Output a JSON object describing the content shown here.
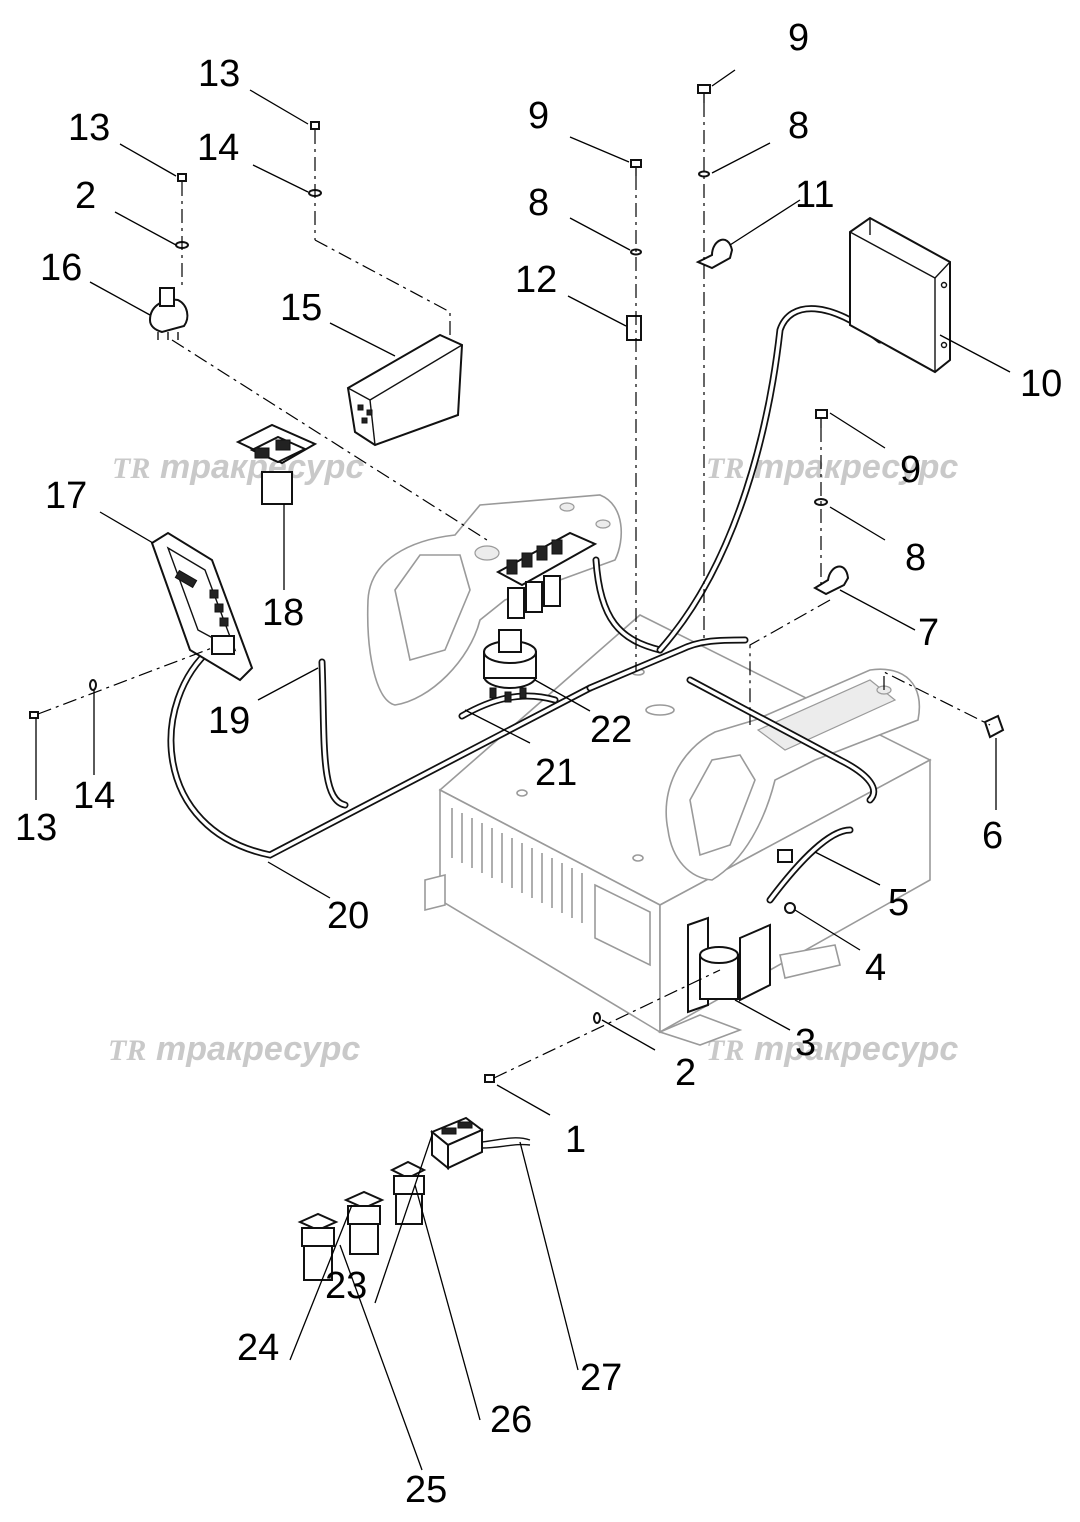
{
  "watermark": {
    "logo": "TR",
    "text": "тракресурс"
  },
  "callouts": [
    {
      "id": "c1",
      "label": "1"
    },
    {
      "id": "c2a",
      "label": "2"
    },
    {
      "id": "c2b",
      "label": "2"
    },
    {
      "id": "c3",
      "label": "3"
    },
    {
      "id": "c4",
      "label": "4"
    },
    {
      "id": "c5",
      "label": "5"
    },
    {
      "id": "c6",
      "label": "6"
    },
    {
      "id": "c7",
      "label": "7"
    },
    {
      "id": "c8a",
      "label": "8"
    },
    {
      "id": "c8b",
      "label": "8"
    },
    {
      "id": "c8c",
      "label": "8"
    },
    {
      "id": "c9a",
      "label": "9"
    },
    {
      "id": "c9b",
      "label": "9"
    },
    {
      "id": "c9c",
      "label": "9"
    },
    {
      "id": "c10",
      "label": "10"
    },
    {
      "id": "c11",
      "label": "11"
    },
    {
      "id": "c12",
      "label": "12"
    },
    {
      "id": "c13a",
      "label": "13"
    },
    {
      "id": "c13b",
      "label": "13"
    },
    {
      "id": "c13c",
      "label": "13"
    },
    {
      "id": "c14a",
      "label": "14"
    },
    {
      "id": "c14b",
      "label": "14"
    },
    {
      "id": "c15",
      "label": "15"
    },
    {
      "id": "c16",
      "label": "16"
    },
    {
      "id": "c17",
      "label": "17"
    },
    {
      "id": "c18",
      "label": "18"
    },
    {
      "id": "c19",
      "label": "19"
    },
    {
      "id": "c20",
      "label": "20"
    },
    {
      "id": "c21",
      "label": "21"
    },
    {
      "id": "c22",
      "label": "22"
    },
    {
      "id": "c23",
      "label": "23"
    },
    {
      "id": "c24",
      "label": "24"
    },
    {
      "id": "c25",
      "label": "25"
    },
    {
      "id": "c26",
      "label": "26"
    },
    {
      "id": "c27",
      "label": "27"
    }
  ]
}
